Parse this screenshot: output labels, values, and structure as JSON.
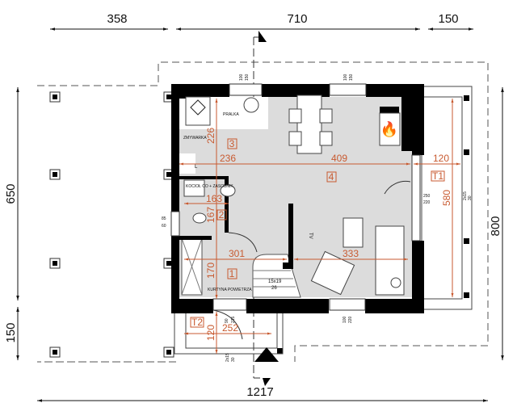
{
  "colors": {
    "wall": "#000000",
    "floor": "#dcdcdc",
    "dimension_orange": "#c85a30",
    "outline_dash": "#555555"
  },
  "overall_dims": {
    "top_left": "358",
    "top_middle": "710",
    "top_right": "150",
    "left_upper": "650",
    "left_lower": "150",
    "right": "800",
    "bottom": "1217"
  },
  "rooms": [
    {
      "id": "1",
      "dim_w": "301",
      "dim_h": "170"
    },
    {
      "id": "2",
      "dim_w": "163",
      "dim_h": "167"
    },
    {
      "id": "3",
      "dim_w": "236",
      "dim_h": "226"
    },
    {
      "id": "4",
      "dim_w": "409"
    },
    {
      "id": "T1",
      "dim_w": "120",
      "dim_h": "580"
    },
    {
      "id": "T2",
      "dim_w": "252",
      "dim_h": "120"
    }
  ],
  "living_dim": "333",
  "labels": {
    "washer": "PRALKA",
    "dishwasher": "ZMYWARKA",
    "boiler": "KOCIOŁ CO + ZASOBNIK",
    "air_curtain": "KURTYNA POWIETRZA",
    "stairs": "15x19",
    "stairs_tread": "26",
    "tv": "TV",
    "fridge": "L"
  },
  "openings": {
    "window_top_left": [
      "100",
      "150"
    ],
    "window_top_right": [
      "100",
      "150"
    ],
    "window_bottom": [
      "100",
      "220"
    ],
    "window_wc": [
      "85",
      "60"
    ],
    "door_terrace": [
      "250",
      "220"
    ],
    "door_entry": [
      "90",
      "215"
    ],
    "step_t1": [
      "2x15",
      "30"
    ],
    "step_t2": [
      "2x15",
      "30"
    ]
  }
}
